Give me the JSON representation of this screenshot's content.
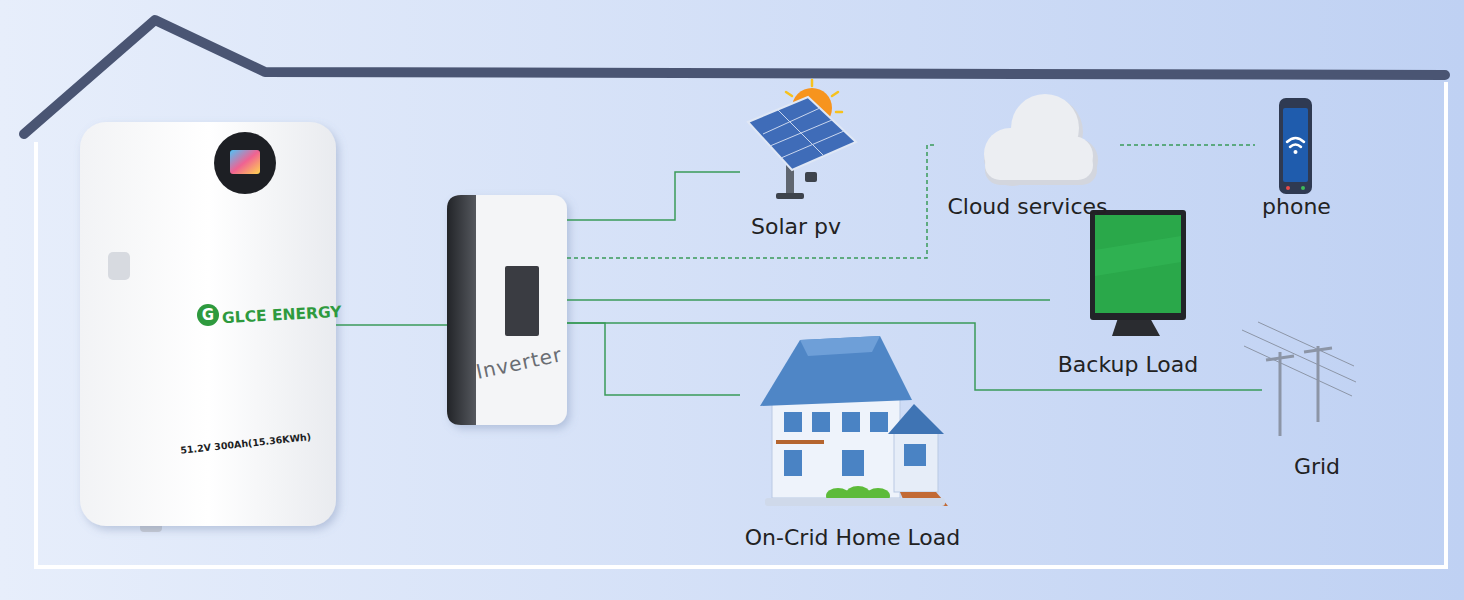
{
  "diagram": {
    "nodes": [
      {
        "text": [
          "GLCE ENERGY",
          "51.2V 300Ah(15.36KWh)"
        ]
      },
      {
        "text": [
          "Inverter"
        ]
      },
      {
        "text": [
          "Solar pv"
        ]
      },
      {
        "text": [
          "Cloud services"
        ]
      },
      {
        "text": [
          "phone"
        ]
      },
      {
        "text": [
          "Backup Load"
        ]
      },
      {
        "text": [
          "Grid"
        ]
      },
      {
        "text": [
          "On-Crid Home Load"
        ]
      }
    ],
    "edges": [
      {
        "from": 0,
        "to": 1,
        "arrow": "none"
      },
      {
        "from": 1,
        "to": 2,
        "arrow": "none"
      },
      {
        "from": 1,
        "to": 3,
        "arrow": "none"
      },
      {
        "from": 3,
        "to": 4,
        "arrow": "none"
      },
      {
        "from": 1,
        "to": 5,
        "arrow": "none"
      },
      {
        "from": 1,
        "to": 6,
        "arrow": "none"
      },
      {
        "from": 1,
        "to": 7,
        "arrow": "none"
      }
    ],
    "labels": [
      "G"
    ]
  }
}
